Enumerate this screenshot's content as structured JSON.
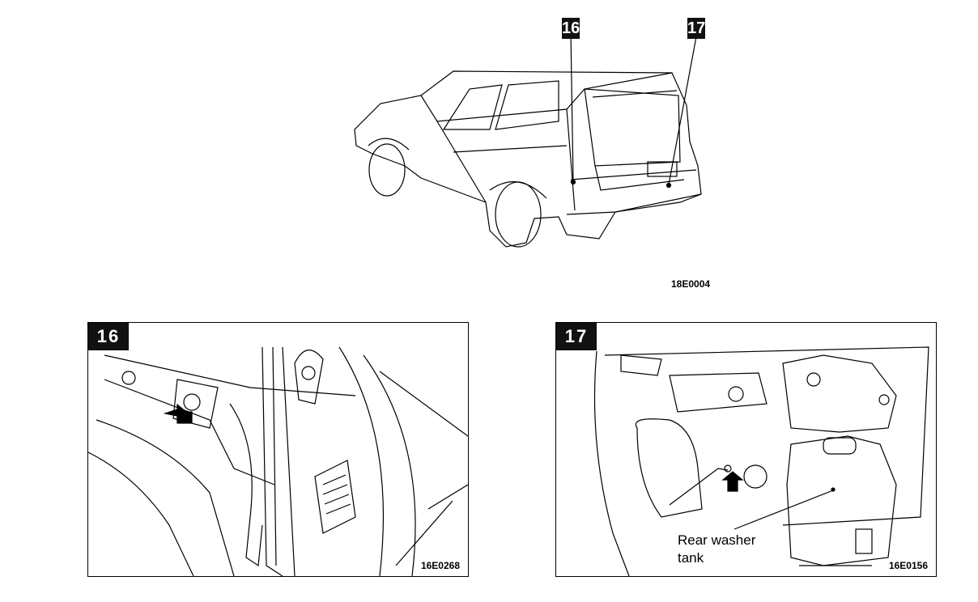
{
  "overview": {
    "callouts": [
      "16",
      "17"
    ],
    "figure_code": "18E0004"
  },
  "panels": [
    {
      "label": "16",
      "figure_code": "16E0268"
    },
    {
      "label": "17",
      "figure_code": "16E0156",
      "caption_line1": "Rear washer",
      "caption_line2": "tank"
    }
  ]
}
